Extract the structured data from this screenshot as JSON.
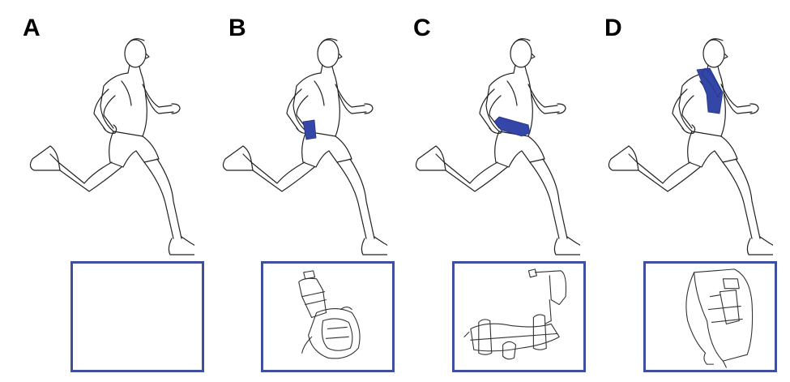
{
  "panels": [
    {
      "letter": "A",
      "carrier": "none"
    },
    {
      "letter": "B",
      "carrier": "handheld-bottle"
    },
    {
      "letter": "C",
      "carrier": "waist-belt"
    },
    {
      "letter": "D",
      "carrier": "vest"
    }
  ],
  "colors": {
    "accent": "#3d4f9e",
    "highlight": "#3446a8",
    "line": "#222222"
  }
}
